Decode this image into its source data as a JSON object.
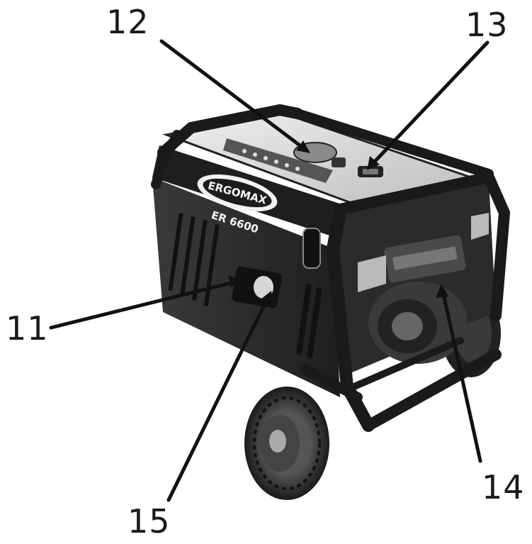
{
  "callouts": {
    "c11": "11",
    "c12": "12",
    "c13": "13",
    "c14": "14",
    "c15": "15"
  },
  "machine": {
    "brand": "ERGOMAX",
    "model": "ER 6600"
  },
  "colors": {
    "frame": "#1c1c1c",
    "housing": "#2a2a2a",
    "tank": "#d9d9d9",
    "leader": "#111111"
  }
}
